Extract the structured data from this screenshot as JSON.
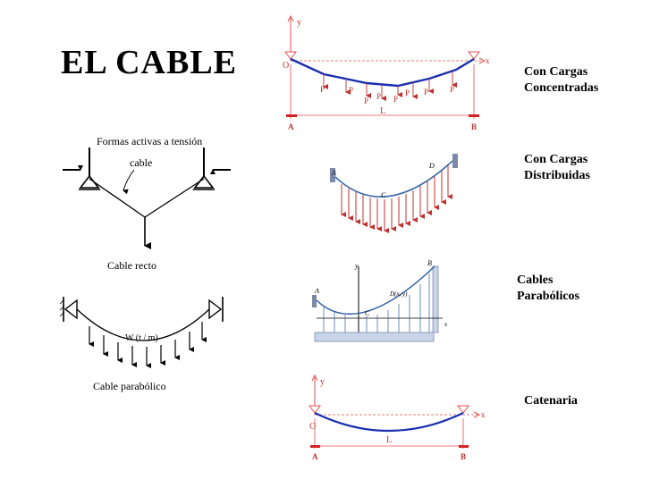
{
  "title": "EL CABLE",
  "captions": {
    "concentrated": [
      "Con Cargas",
      "Concentradas"
    ],
    "distributed": [
      "Con Cargas",
      "Distribuidas"
    ],
    "parabolic": [
      "Cables",
      "Parabólicos"
    ],
    "catenary": [
      "Catenaria"
    ]
  },
  "left_figures": {
    "tension_title": "Formas activas a tensión",
    "cable_label": "cable",
    "straight_caption": "Cable recto",
    "load_label": "W (t / m)",
    "parabolic_caption": "Cable parabólico"
  },
  "fig1": {
    "axis_y": "y",
    "axis_x": "x",
    "origin": "O",
    "loads": [
      "P",
      "P",
      "P",
      "P",
      "P",
      "P",
      "P",
      "P"
    ],
    "span": "L",
    "support_a": "A",
    "support_b": "B"
  },
  "fig2": {
    "point_a": "A",
    "point_c": "C",
    "point_d": "D"
  },
  "fig3": {
    "point_a": "A",
    "point_b": "B",
    "point_c": "C",
    "point_d": "D(x, y)",
    "axis_y": "y",
    "axis_x": "x"
  },
  "fig4": {
    "axis_y": "y",
    "axis_x": "x",
    "origin": "O",
    "span": "L",
    "support_a": "A",
    "support_b": "B"
  },
  "colors": {
    "cable_blue": "#1a2fb0",
    "dim_red": "#e05050",
    "load_red": "#c03030",
    "support_red": "#d42020"
  }
}
